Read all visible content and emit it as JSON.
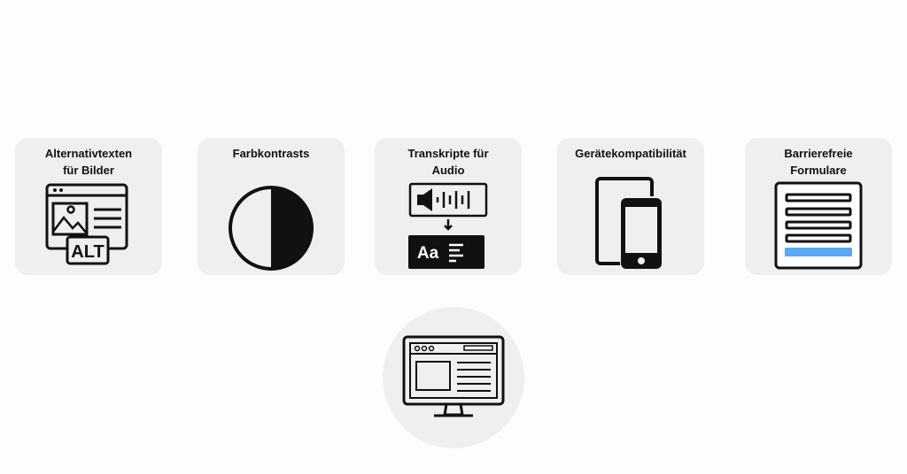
{
  "cards": [
    {
      "title_line1": "Alternativtexten",
      "title_line2": "für Bilder",
      "icon": "alt-text-image-icon",
      "badge": "ALT"
    },
    {
      "title_line1": "Farbkontrasts",
      "title_line2": "",
      "icon": "contrast-icon"
    },
    {
      "title_line1": "Transkripte für",
      "title_line2": "Audio",
      "icon": "audio-transcript-icon",
      "badge": "Aa"
    },
    {
      "title_line1": "Gerätekompatibilität",
      "title_line2": "",
      "icon": "devices-icon"
    },
    {
      "title_line1": "Barrierefreie",
      "title_line2": "Formulare",
      "icon": "form-icon"
    }
  ],
  "center": {
    "icon": "desktop-website-icon"
  },
  "colors": {
    "card": "#efefef",
    "accent": "#5aa7f5",
    "ink": "#111111"
  }
}
